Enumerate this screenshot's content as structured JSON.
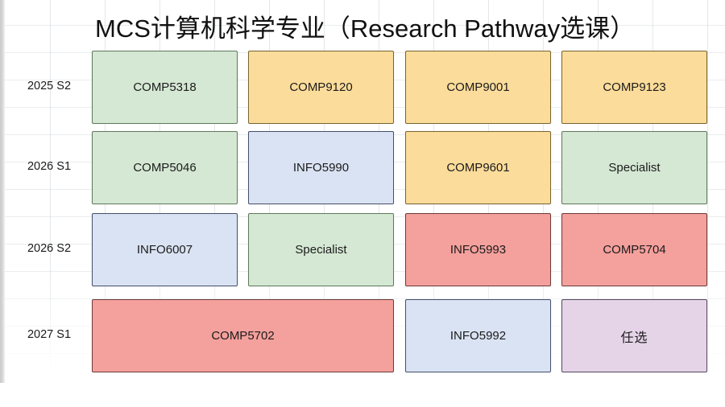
{
  "title": "MCS计算机科学专业（Research Pathway选课）",
  "palette": {
    "green": "#d5e8d4",
    "green_border": "#5f7a5c",
    "yellow": "#fbdc9a",
    "yellow_border": "#7a6430",
    "blue": "#dae3f3",
    "blue_border": "#46506b",
    "red": "#f4a09c",
    "red_border": "#6e3b38",
    "purple": "#e5d4e8",
    "purple_border": "#584a5c",
    "grid_line": "#ced4da",
    "text": "#1b1b1b"
  },
  "rows": [
    {
      "label": "2025 S2",
      "cells": [
        {
          "text": "COMP5318",
          "color": "green"
        },
        {
          "text": "COMP9120",
          "color": "yellow"
        },
        {
          "text": "COMP9001",
          "color": "yellow"
        },
        {
          "text": "COMP9123",
          "color": "yellow"
        }
      ]
    },
    {
      "label": "2026 S1",
      "cells": [
        {
          "text": "COMP5046",
          "color": "green"
        },
        {
          "text": "INFO5990",
          "color": "blue"
        },
        {
          "text": "COMP9601",
          "color": "yellow"
        },
        {
          "text": "Specialist",
          "color": "green"
        }
      ]
    },
    {
      "label": "2026 S2",
      "cells": [
        {
          "text": "INFO6007",
          "color": "blue"
        },
        {
          "text": "Specialist",
          "color": "green"
        },
        {
          "text": "INFO5993",
          "color": "red"
        },
        {
          "text": "COMP5704",
          "color": "red"
        }
      ]
    },
    {
      "label": "2027 S1",
      "cells": [
        {
          "text": "COMP5702",
          "color": "red",
          "span": 2
        },
        {
          "text": "INFO5992",
          "color": "blue"
        },
        {
          "text": "任选",
          "color": "purple"
        }
      ]
    }
  ]
}
